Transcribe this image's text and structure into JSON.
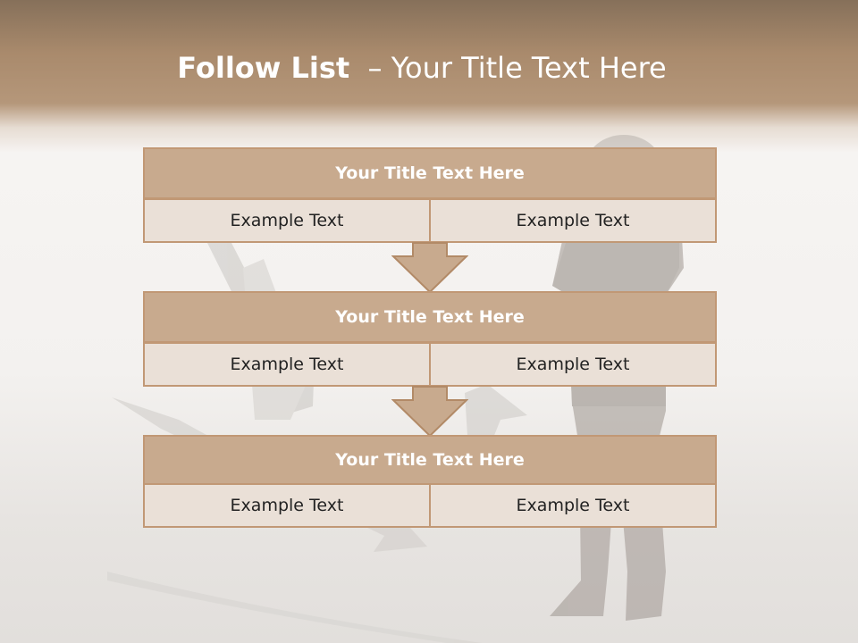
{
  "slide": {
    "title_bold": "Follow List",
    "title_dash": "–",
    "title_rest": "Your Title Text Here"
  },
  "blocks": [
    {
      "title": "Your Title Text Here",
      "left": "Example Text",
      "right": "Example Text"
    },
    {
      "title": "Your Title Text Here",
      "left": "Example Text",
      "right": "Example Text"
    },
    {
      "title": "Your Title Text Here",
      "left": "Example Text",
      "right": "Example Text"
    }
  ],
  "colors": {
    "header_band": "#a98a6c",
    "block_title_fill": "#c8aa8e",
    "block_cell_fill": "#eae0d7",
    "block_border": "#c19875",
    "arrow_fill": "#c8aa8e"
  },
  "background": {
    "image": "businessman standing facing paths of arrows",
    "icons": [
      "arrow-down-icon"
    ]
  }
}
